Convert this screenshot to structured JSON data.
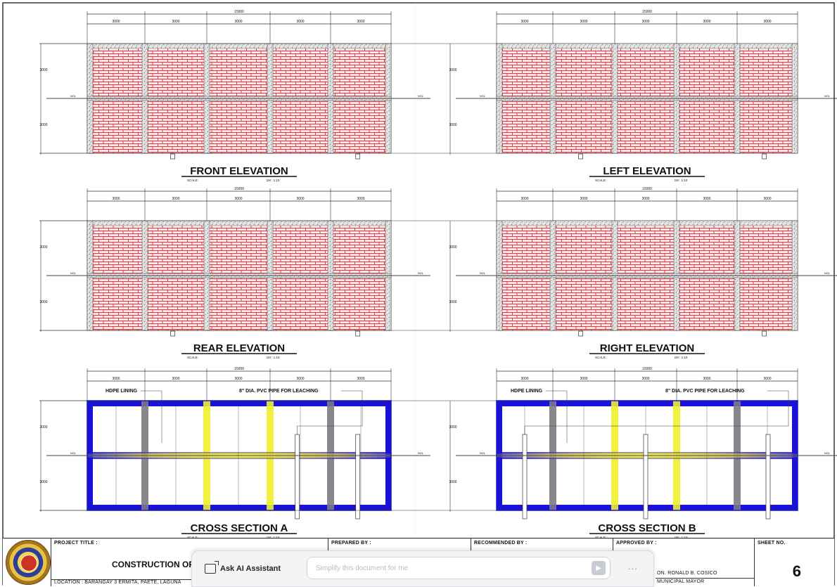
{
  "views": [
    {
      "title": "FRONT ELEVATION",
      "scale_label": "SCALE:",
      "scale_value": "1M : 1:10",
      "type": "elevation"
    },
    {
      "title": "LEFT ELEVATION",
      "scale_label": "SCALE:",
      "scale_value": "1M : 1:10",
      "type": "elevation"
    },
    {
      "title": "REAR ELEVATION",
      "scale_label": "SCALE:",
      "scale_value": "1M : 1:10",
      "type": "elevation"
    },
    {
      "title": "RIGHT ELEVATION",
      "scale_label": "SCALE:",
      "scale_value": "1M : 1:10",
      "type": "elevation"
    },
    {
      "title": "CROSS SECTION A",
      "scale_label": "SCALE:",
      "scale_value": "1M : 1:10",
      "type": "section"
    },
    {
      "title": "CROSS SECTION B",
      "scale_label": "SCALE:",
      "scale_value": "1M : 1:10",
      "type": "section"
    }
  ],
  "dimensions": {
    "total": "15000",
    "bay": "3000",
    "height_top": "3000",
    "height_bottom": "3000",
    "ngl": "NGL"
  },
  "annotations": {
    "hdpe": "HDPE LINING",
    "pvc": "8\" DIA. PVC PIPE FOR LEACHING"
  },
  "title_block": {
    "project_title_label": "PROJECT TITLE :",
    "project_title": "CONSTRUCTION OF",
    "location": "LOCATION : BARANGAY 3 ERMITA, PAETE, LAGUNA",
    "prepared_by_label": "PREPARED BY :",
    "recommended_by_label": "RECOMMENDED BY :",
    "approved_by_label": "APPROVED BY :",
    "approver_name": "ON. RONALD B. COSICO",
    "approver_title": "MUNICIPAL MAYOR",
    "sheet_no_label": "SHEET NO.",
    "sheet_no": "6"
  },
  "ai_bar": {
    "button_label": "Ask AI Assistant",
    "placeholder": "Simplify this document for me",
    "more": "..."
  },
  "colors": {
    "brick": "#e8232f",
    "brick_bg": "#fde9ea",
    "column": "#9a9a9a",
    "section_frame": "#1a12d6",
    "section_glow": "#ffff22"
  }
}
